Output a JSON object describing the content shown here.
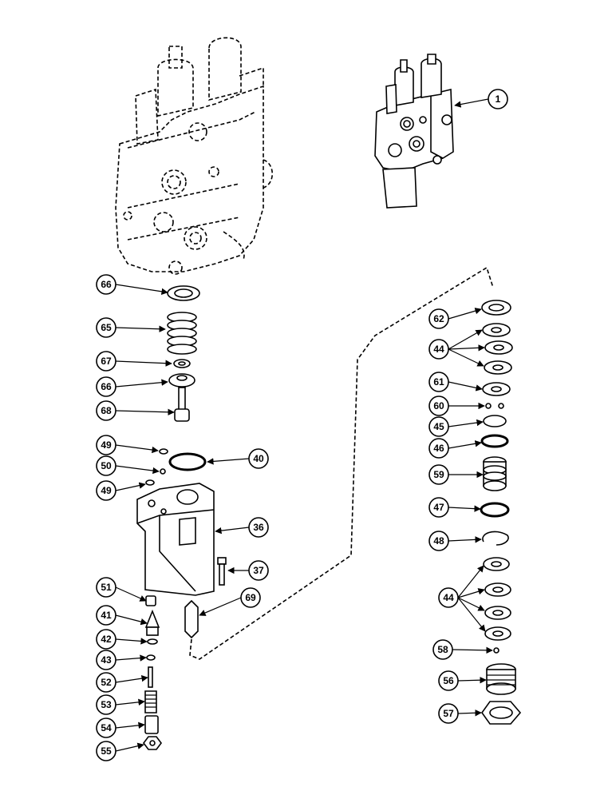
{
  "diagram": {
    "callouts": {
      "c1": "1",
      "c66a": "66",
      "c65": "65",
      "c67": "67",
      "c66b": "66",
      "c68": "68",
      "c49a": "49",
      "c50": "50",
      "c49b": "49",
      "c40": "40",
      "c36": "36",
      "c37": "37",
      "c51": "51",
      "c41": "41",
      "c42": "42",
      "c43": "43",
      "c52": "52",
      "c53": "53",
      "c54": "54",
      "c55": "55",
      "c69": "69",
      "c62": "62",
      "c44a": "44",
      "c61": "61",
      "c60": "60",
      "c45": "45",
      "c46": "46",
      "c59": "59",
      "c47": "47",
      "c48": "48",
      "c44b": "44",
      "c58": "58",
      "c56": "56",
      "c57": "57"
    }
  }
}
